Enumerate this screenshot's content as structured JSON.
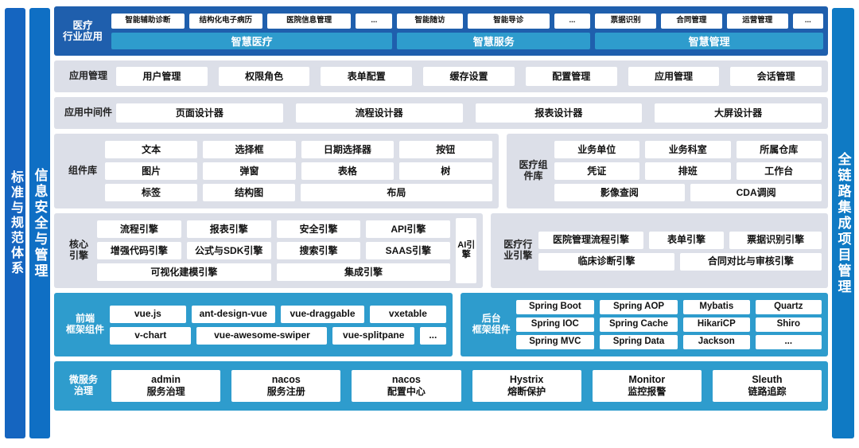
{
  "pillars": {
    "left_outer": "标准与规范体系",
    "left_inner": "信息安全与管理",
    "right": "全链路集成项目管理"
  },
  "colors": {
    "dark_blue": "#1f5fad",
    "cyan": "#2e9ccd",
    "panel_gray": "#dcdfe8",
    "pillar_blue": "#1565c0",
    "chip_white": "#ffffff"
  },
  "industry_apps": {
    "caption": "医疗\n行业应用",
    "caption_line1": "医疗",
    "caption_line2": "行业应用",
    "groups": [
      {
        "subtitle": "智慧医疗",
        "chips": [
          "智能辅助诊断",
          "结构化电子病历",
          "医院信息管理",
          "..."
        ]
      },
      {
        "subtitle": "智慧服务",
        "chips": [
          "智能随访",
          "智能导诊",
          "..."
        ]
      },
      {
        "subtitle": "智慧管理",
        "chips": [
          "票据识别",
          "合同管理",
          "运营管理",
          "..."
        ]
      }
    ]
  },
  "app_management": {
    "caption": "应用管理",
    "chips": [
      "用户管理",
      "权限角色",
      "表单配置",
      "缓存设置",
      "配置管理",
      "应用管理",
      "会话管理"
    ]
  },
  "app_middleware": {
    "caption": "应用中间件",
    "chips": [
      "页面设计器",
      "流程设计器",
      "报表设计器",
      "大屏设计器"
    ]
  },
  "component_library": {
    "caption": "组件库",
    "rows": [
      [
        "文本",
        "选择框",
        "日期选择器",
        "按钮"
      ],
      [
        "图片",
        "弹窗",
        "表格",
        "树"
      ],
      [
        "标签",
        "结构图",
        "布局"
      ]
    ]
  },
  "medical_component_library": {
    "caption_line1": "医疗组",
    "caption_line2": "件库",
    "rows": [
      [
        "业务单位",
        "业务科室",
        "所属仓库"
      ],
      [
        "凭证",
        "排班",
        "工作台"
      ],
      [
        "影像查阅",
        "CDA调阅"
      ]
    ]
  },
  "core_engine": {
    "caption_line1": "核心",
    "caption_line2": "引擎",
    "rows": [
      [
        "流程引擎",
        "报表引擎",
        "安全引擎",
        "API引擎"
      ],
      [
        "增强代码引擎",
        "公式与SDK引擎",
        "搜索引擎",
        "SAAS引擎"
      ],
      [
        "可视化建模引擎",
        "集成引擎"
      ]
    ],
    "ai_engine": "AI引擎"
  },
  "medical_industry_engine": {
    "caption_line1": "医疗行",
    "caption_line2": "业引擎",
    "rows": [
      [
        "医院管理流程引擎",
        "表单引擎",
        "票据识别引擎"
      ],
      [
        "临床诊断引擎",
        "合同对比与审核引擎"
      ]
    ]
  },
  "frontend_framework": {
    "caption_line1": "前端",
    "caption_line2": "框架组件",
    "rows": [
      [
        "vue.js",
        "ant-design-vue",
        "vue-draggable",
        "vxetable"
      ],
      [
        "v-chart",
        "vue-awesome-swiper",
        "vue-splitpane",
        "..."
      ]
    ]
  },
  "backend_framework": {
    "caption_line1": "后台",
    "caption_line2": "框架组件",
    "rows": [
      [
        "Spring Boot",
        "Spring AOP",
        "Mybatis",
        "Quartz"
      ],
      [
        "Spring IOC",
        "Spring Cache",
        "HikariCP",
        "Shiro"
      ],
      [
        "Spring MVC",
        "Spring Data",
        "Jackson",
        "..."
      ]
    ]
  },
  "microservice_governance": {
    "caption_line1": "微服务",
    "caption_line2": "治理",
    "chips": [
      {
        "l1": "admin",
        "l2": "服务治理"
      },
      {
        "l1": "nacos",
        "l2": "服务注册"
      },
      {
        "l1": "nacos",
        "l2": "配置中心"
      },
      {
        "l1": "Hystrix",
        "l2": "熔断保护"
      },
      {
        "l1": "Monitor",
        "l2": "监控报警"
      },
      {
        "l1": "Sleuth",
        "l2": "链路追踪"
      }
    ]
  }
}
